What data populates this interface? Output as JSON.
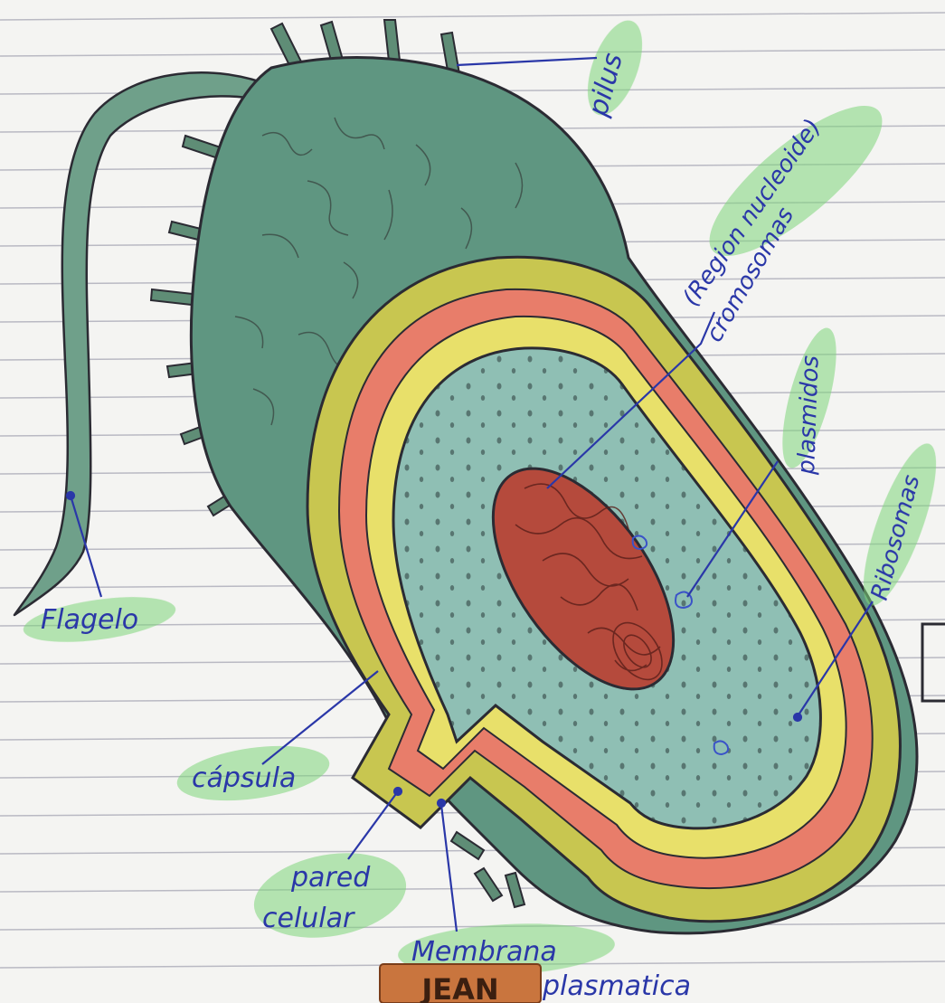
{
  "labels": {
    "pilus": "pilus",
    "region_nucleoide": "(Region nucleoide)",
    "cromosomas": "cromosomas",
    "plasmidos": "plasmidos",
    "ribosomas": "Ribosomas",
    "flagelo": "Flagelo",
    "capsula": "cápsula",
    "pared": "pared",
    "celular": "celular",
    "membrana": "Membrana",
    "plasmatica": "plasmatica"
  },
  "stamp": {
    "text": "JEAN"
  },
  "colors": {
    "paper": "#f4f4f2",
    "rule_lines": "#b9b9c3",
    "capsule_green": "#5f9681",
    "cytoplasm_teal": "#8fbfb4",
    "nucleoid_red": "#b54a3c",
    "wall_yellow": "#d9d25a",
    "wall_olive": "#b5b54a",
    "membrane_salmon": "#e87d6a",
    "label_ink": "#2a37a8",
    "highlighter": "#7fd67a",
    "stamp_orange": "#c9753e"
  }
}
